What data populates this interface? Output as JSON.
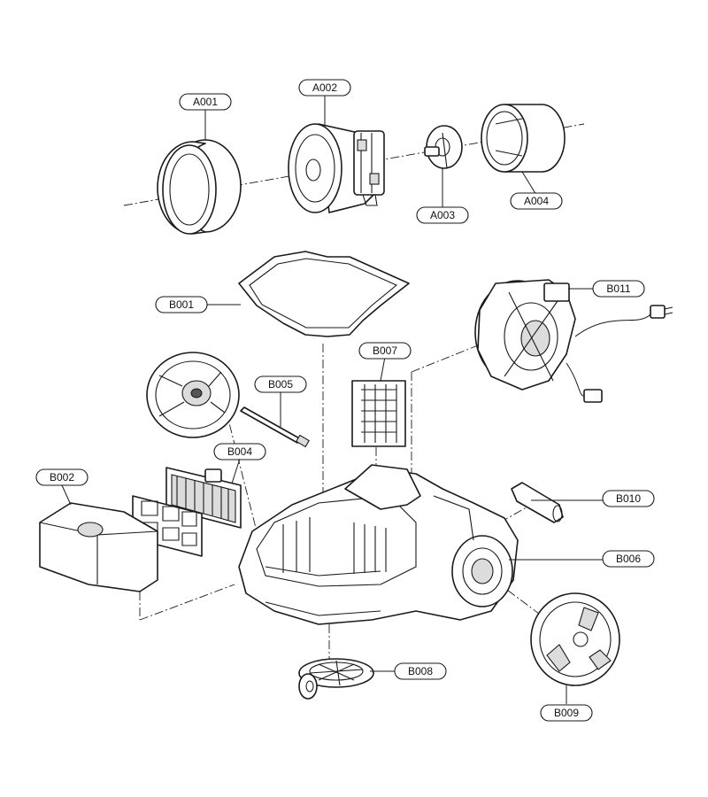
{
  "labels": {
    "A001": "A001",
    "A002": "A002",
    "A003": "A003",
    "A004": "A004",
    "B001": "B001",
    "B002": "B002",
    "B004": "B004",
    "B005": "B005",
    "B006": "B006",
    "B007": "B007",
    "B008": "B008",
    "B009": "B009",
    "B010": "B010",
    "B011": "B011"
  }
}
